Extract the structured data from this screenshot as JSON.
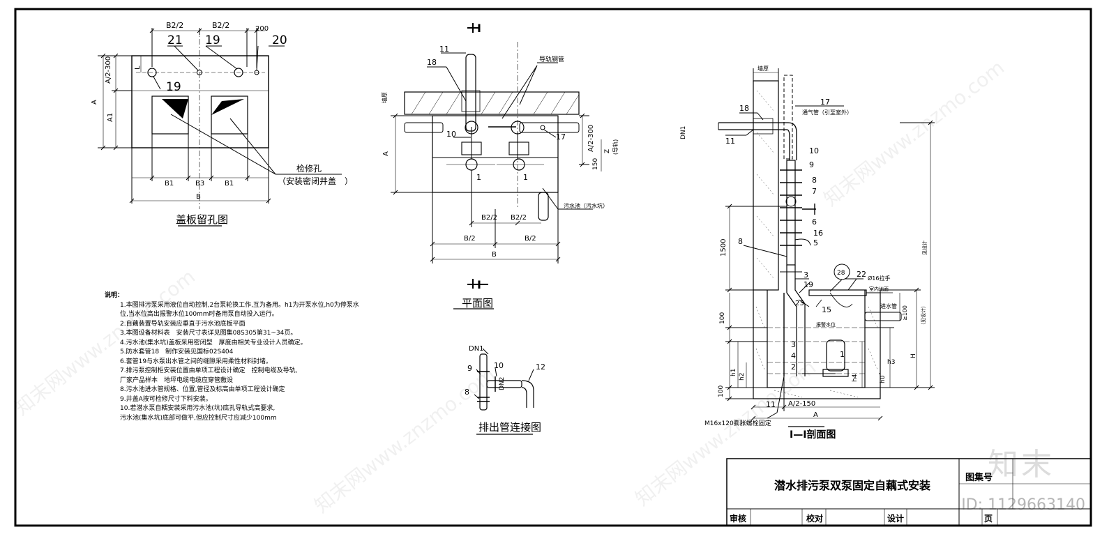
{
  "drawing": {
    "title": "潜水排污泵双泵固定自藕式安装",
    "drawing_no_label": "图集号",
    "page_label": "页",
    "review_label": "审核",
    "check_label": "校对",
    "design_label": "设计"
  },
  "cover_plan": {
    "title": "盖板留孔图",
    "dim_b2_left": "B2/2",
    "dim_b2_right": "B2/2",
    "dim_200": "200",
    "dim_a2": "A/2-300",
    "dim_a": "A",
    "dim_a1": "A1",
    "dim_l": "L",
    "dim_b1_left": "B1",
    "dim_b3": "B3",
    "dim_b1_right": "B1",
    "dim_b": "B",
    "tag_21": "21",
    "tag_19_top": "19",
    "tag_20": "20",
    "tag_19_left": "19",
    "callout_line1": "检修孔",
    "callout_line2": "（安装密闭井盖　）"
  },
  "plan_view": {
    "title": "平面图",
    "section_top": "I",
    "section_bottom": "I",
    "tag_11": "11",
    "tag_18": "18",
    "tag_10": "10",
    "tag_1a": "1",
    "tag_1b": "1",
    "tag_17": "17",
    "label_guide": "导轨钢管",
    "label_wall": "墙厚",
    "dim_a": "A",
    "dim_a2": "A/2-300",
    "dim_z": "Z",
    "dim_z_note": "(导轨)",
    "dim_150": "150",
    "label_pit": "污水池（污水坑）",
    "dim_b2_left": "B2/2",
    "dim_b2_right": "B2/2",
    "dim_bhalf_left": "B/2",
    "dim_bhalf_right": "B/2",
    "dim_b": "B"
  },
  "discharge_detail": {
    "title": "排出管连接图",
    "tag_dn1": "DN1",
    "tag_9": "9",
    "tag_10": "10",
    "tag_12": "12",
    "tag_8": "8",
    "tag_dn2": "DN2"
  },
  "section_view": {
    "title": "I—I剖面图",
    "label_wall": "墙厚",
    "tag_17": "17",
    "label_vent": "通气管（引至室外）",
    "tag_18": "18",
    "dim_dn1": "DN1",
    "tag_11_top": "11",
    "tag_10": "10",
    "tag_9": "9",
    "tag_8": "8",
    "tag_7": "7",
    "tag_6": "6",
    "tag_16": "16",
    "tag_5": "5",
    "tag_8_left": "8",
    "dim_1500": "1500",
    "tag_3_top": "3",
    "tag_19": "19",
    "tag_23": "23",
    "tag_28": "28",
    "tag_22": "22",
    "label_phi16": "Ø16拉手",
    "label_floor": "室内地面",
    "tag_15": "15",
    "label_inlet": "进水管",
    "dim_100_right": "≥100",
    "label_alarm": "报警水位",
    "tag_3_low": "3",
    "tag_4": "4",
    "tag_2": "2",
    "tag_1": "1",
    "dim_100_left": "100",
    "dim_h1": "h1",
    "dim_h2": "h2",
    "dim_h3": "h3",
    "dim_h4": "h4",
    "dim_h0": "h0",
    "dim_H": "H",
    "dim_100_bottom": "100",
    "dim_a_half": "A/2-150",
    "dim_a": "A",
    "tag_11_bottom": "11",
    "label_bolt": "M16x120膨胀螺栓固定",
    "label_tuoding": "（见设计）",
    "label_sheji": "见设计"
  },
  "notes": {
    "title": "说明：",
    "lines": [
      "1.本图排污泵采用液位自动控制,2台泵轮换工作,互为备用。h1为开泵水位,h0为停泵水",
      "位,当水位高出报警水位100mm时备用泵自动投入运行。",
      "2.自藕装置导轨安装应垂直于污水池底板平面",
      "3.本图设备材料表　安装尺寸表详见图集08S305第31~34页。",
      "4.污水池(集水坑)盖板采用密闭型　厚度由相关专业设计人员确定。",
      "5.防水套管18　制作安装见国标02S404",
      "6.套管19与水泵出水管之间的缝隙采用柔性材料封堵。",
      "7.排污泵控制柜安装位置由单项工程设计确定　控制电缆及导轨,",
      "厂家产品样本　地坪电缆电缆应穿管敷设",
      "8.污水池进水管规格、位置,管径及标高由单项工程设计确定",
      "9.井盖A按可检修尺寸下料安装。",
      "10.若潜水泵自耦安装采用污水池(坑)底孔导轨式高要求,",
      "污水池(集水坑)底部可做平,但应控制尺寸应减少100mm"
    ]
  },
  "watermark": {
    "brand": "知末",
    "id": "ID: 1129663140",
    "site": "知末网www.znzmo.com"
  }
}
